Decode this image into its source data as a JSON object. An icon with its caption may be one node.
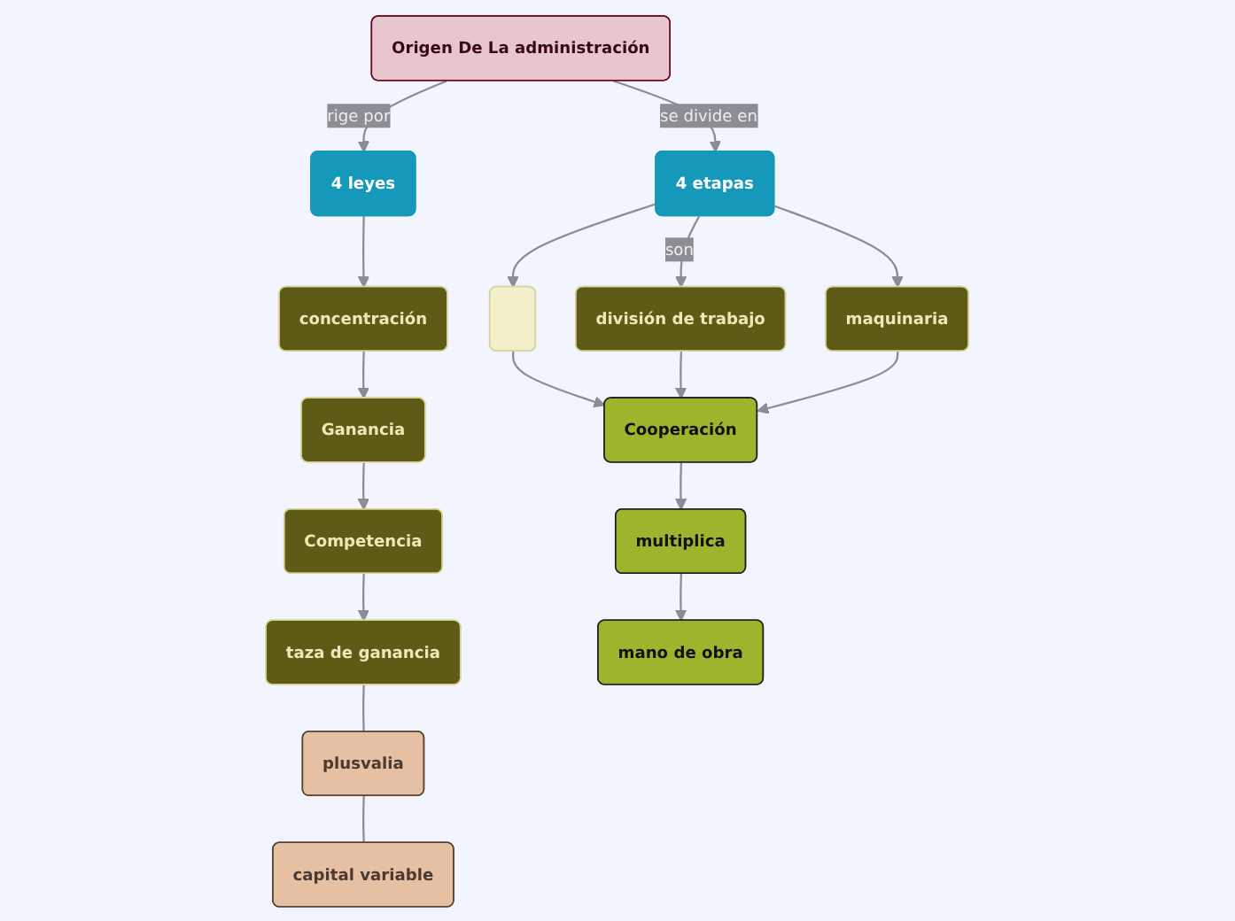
{
  "diagram": {
    "nodes": [
      {
        "text": [
          "Origen De La administración"
        ]
      },
      {
        "text": [
          "4 leyes"
        ]
      },
      {
        "text": [
          "4 etapas"
        ]
      },
      {
        "text": [],
        "shape": "box"
      },
      {
        "text": [
          "división de trabajo"
        ]
      },
      {
        "text": [
          "maquinaria"
        ]
      },
      {
        "text": [
          "concentración"
        ]
      },
      {
        "text": [
          "Ganancia"
        ]
      },
      {
        "text": [
          "Competencia"
        ]
      },
      {
        "text": [
          "Cooperación"
        ]
      },
      {
        "text": [
          "taza de ganancia"
        ]
      },
      {
        "text": [
          "multiplica"
        ]
      },
      {
        "text": [
          "plusvalia"
        ]
      },
      {
        "text": [
          "mano de obra"
        ]
      },
      {
        "text": [
          "capital variable"
        ]
      }
    ],
    "edges": [
      {
        "from": 0,
        "to": 2,
        "arrow": "to",
        "label": "se divide en"
      },
      {
        "from": 0,
        "to": 1,
        "arrow": "to",
        "label": "rige por"
      },
      {
        "from": 2,
        "to": 3,
        "arrow": "to"
      },
      {
        "from": 2,
        "to": 4,
        "arrow": "to",
        "label": "son"
      },
      {
        "from": 2,
        "to": 5,
        "arrow": "to"
      },
      {
        "from": 3,
        "to": 9,
        "arrow": "to"
      },
      {
        "from": 4,
        "to": 9,
        "arrow": "to"
      },
      {
        "from": 5,
        "to": 9,
        "arrow": "to"
      },
      {
        "from": 9,
        "to": 11,
        "arrow": "to"
      },
      {
        "from": 11,
        "to": 13,
        "arrow": "to"
      },
      {
        "from": 1,
        "to": 6,
        "arrow": "to"
      },
      {
        "from": 6,
        "to": 7,
        "arrow": "to"
      },
      {
        "from": 7,
        "to": 8,
        "arrow": "to"
      },
      {
        "from": 8,
        "to": 10,
        "arrow": "to"
      },
      {
        "from": 10,
        "to": 12,
        "arrow": "none"
      },
      {
        "from": 12,
        "to": 14,
        "arrow": "none"
      }
    ]
  }
}
